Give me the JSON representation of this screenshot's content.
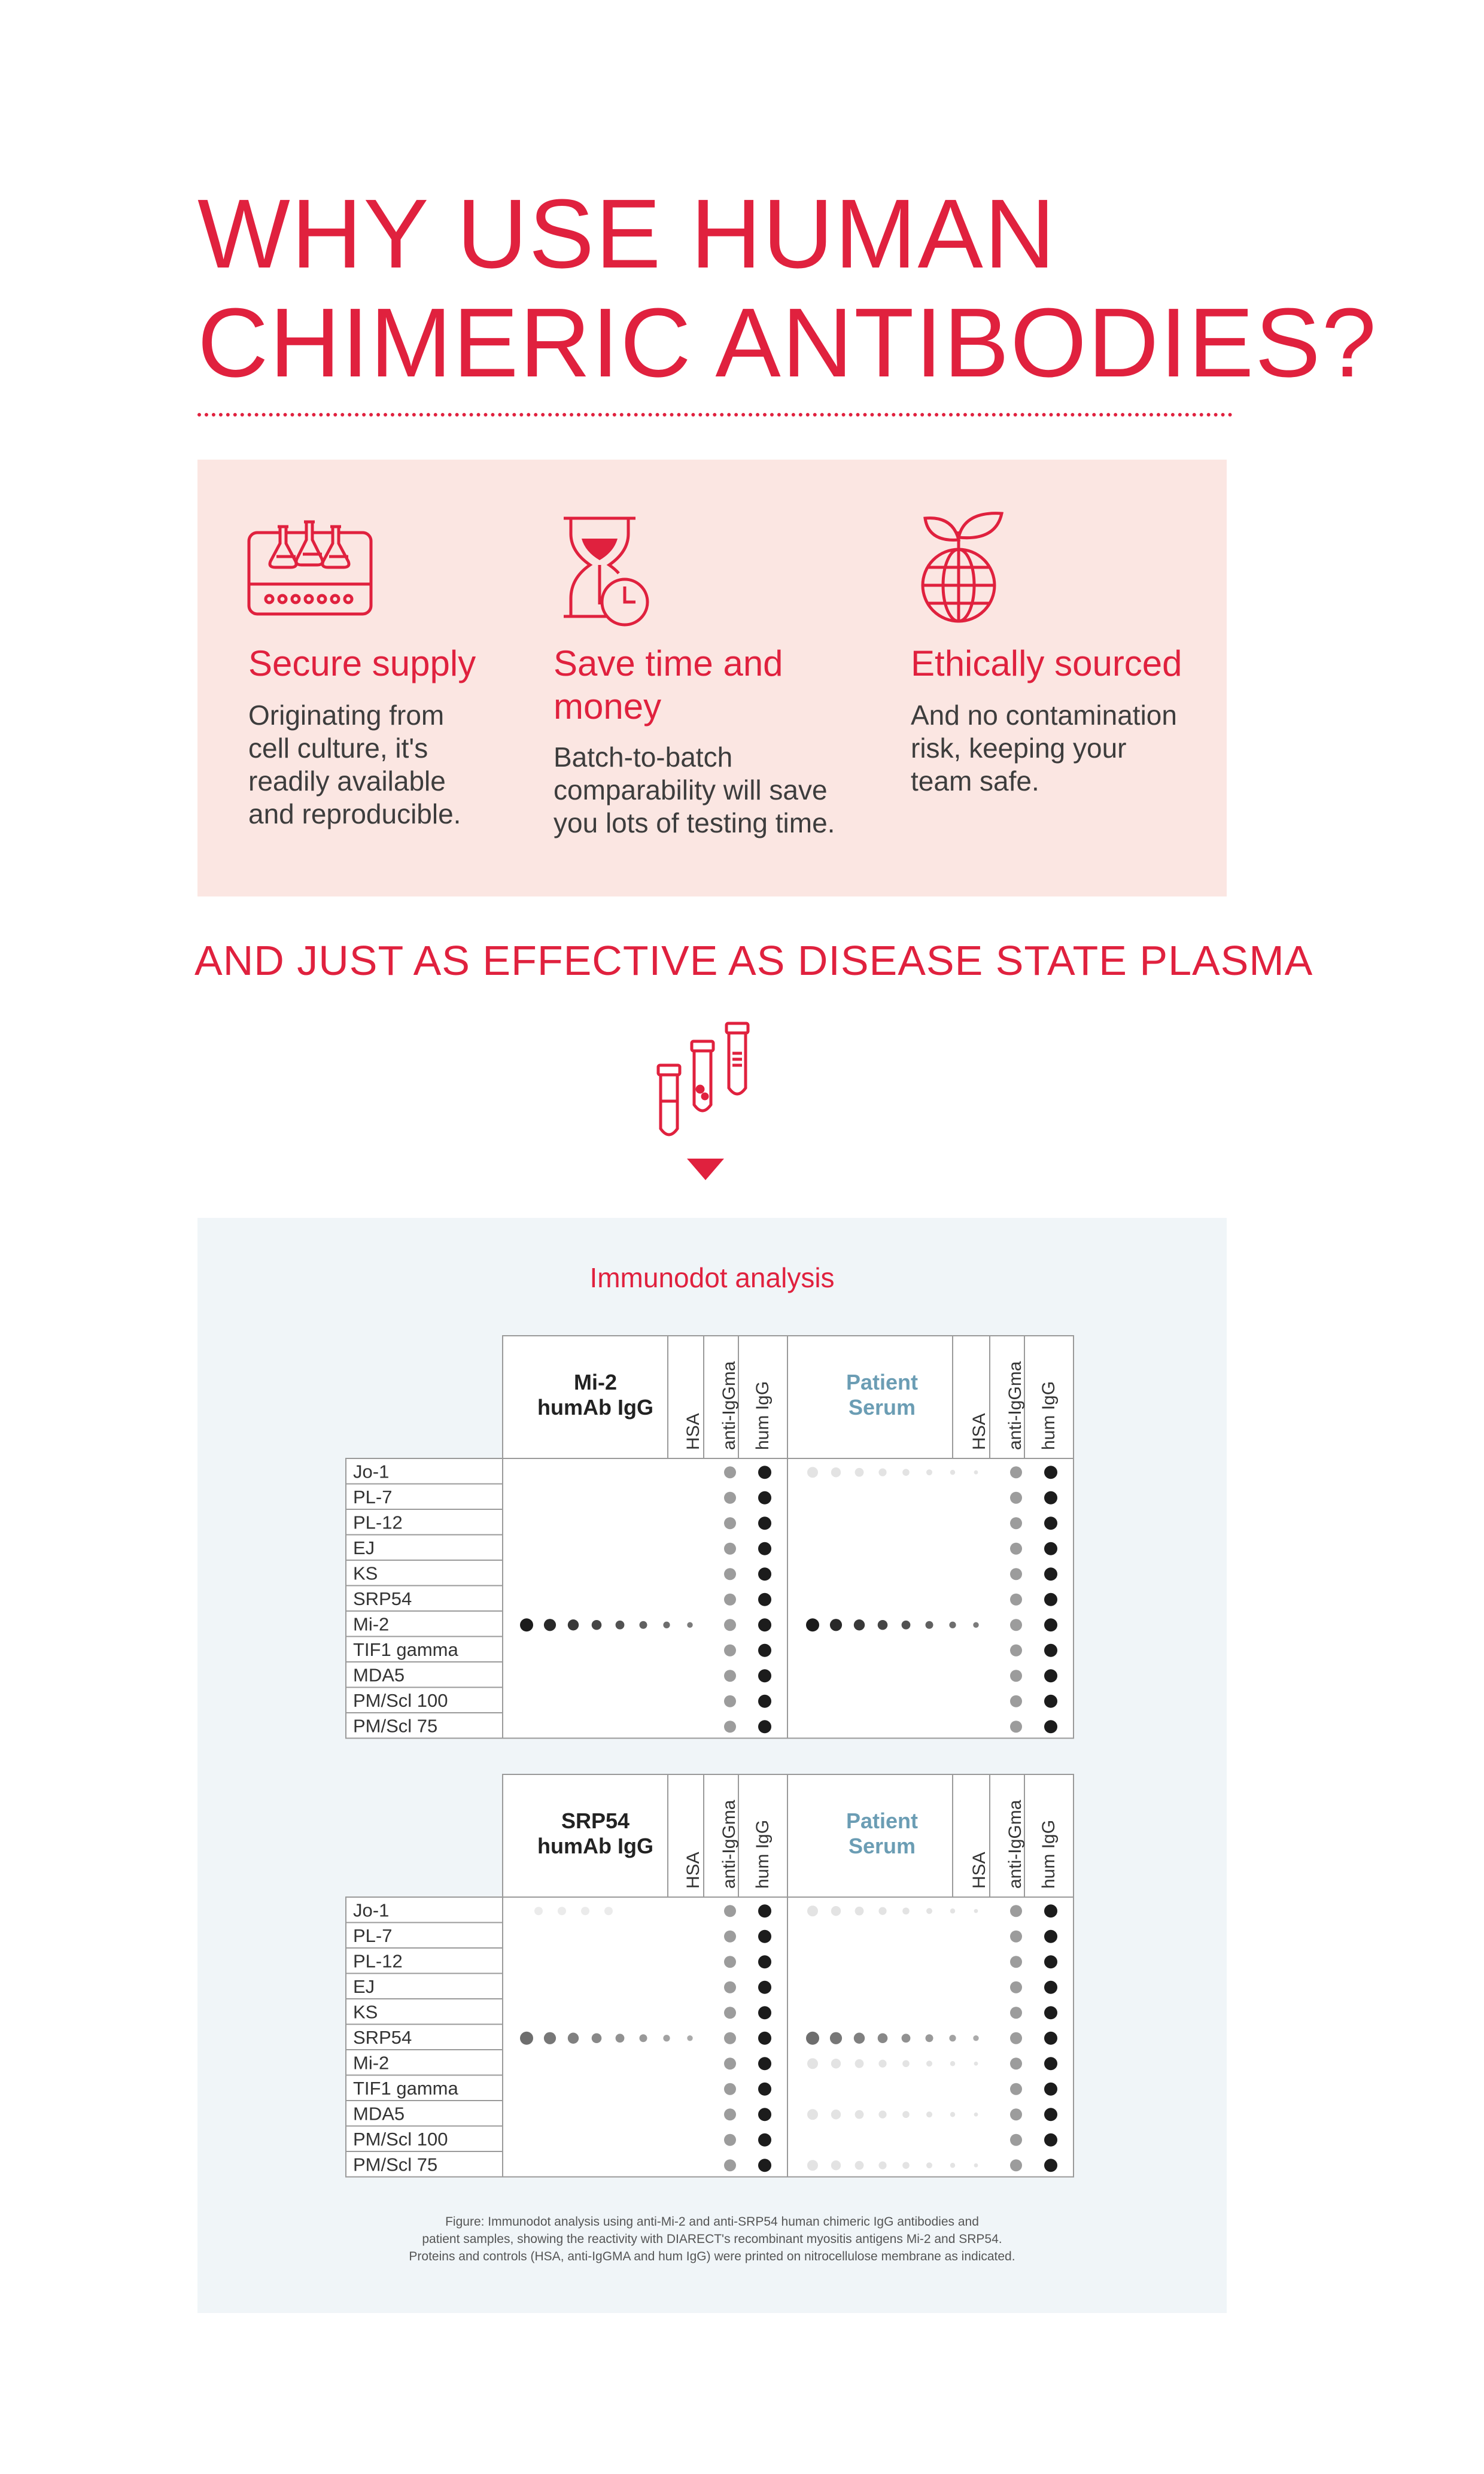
{
  "headline": {
    "line1": "WHY USE HUMAN",
    "line2": "CHIMERIC ANTIBODIES?"
  },
  "features": [
    {
      "icon": "bioreactor-flasks-icon",
      "title_lines": [
        "Secure supply"
      ],
      "text_lines": [
        "Originating from",
        "cell culture, it's",
        "readily available",
        "and reproducible."
      ]
    },
    {
      "icon": "hourglass-clock-icon",
      "title_lines": [
        "Save time and",
        "money"
      ],
      "text_lines": [
        "Batch-to-batch",
        "comparability will save",
        "you lots of testing time."
      ]
    },
    {
      "icon": "globe-plant-icon",
      "title_lines": [
        "Ethically sourced"
      ],
      "text_lines": [
        "And no contamination",
        "risk, keeping your",
        "team safe."
      ]
    }
  ],
  "subheadline": "AND JUST AS EFFECTIVE AS DISEASE STATE PLASMA",
  "accent_color": "#e0213e",
  "teal_color": "#6b9db4",
  "figure": {
    "title": "Immunodot analysis",
    "antigens": [
      "Jo-1",
      "PL-7",
      "PL-12",
      "EJ",
      "KS",
      "SRP54",
      "Mi-2",
      "TIF1 gamma",
      "MDA5",
      "PM/Scl 100",
      "PM/Scl 75"
    ],
    "control_labels": [
      "HSA",
      "anti-IgGma",
      "hum IgG"
    ],
    "blots": [
      {
        "left_title": [
          "Mi-2",
          "humAb IgG"
        ],
        "right_title": [
          "Patient",
          "Serum"
        ],
        "highlighted_antigen": "Mi-2"
      },
      {
        "left_title": [
          "SRP54",
          "humAb IgG"
        ],
        "right_title": [
          "Patient",
          "Serum"
        ],
        "highlighted_antigen": "SRP54"
      }
    ],
    "caption_lines": [
      "Figure: Immunodot analysis using anti-Mi-2 and anti-SRP54 human chimeric IgG antibodies and",
      "patient samples, showing the reactivity with DIARECT's recombinant myositis antigens Mi-2 and SRP54.",
      "Proteins and controls (HSA, anti-IgGMA and hum IgG) were printed on nitrocellulose membrane as indicated."
    ]
  }
}
